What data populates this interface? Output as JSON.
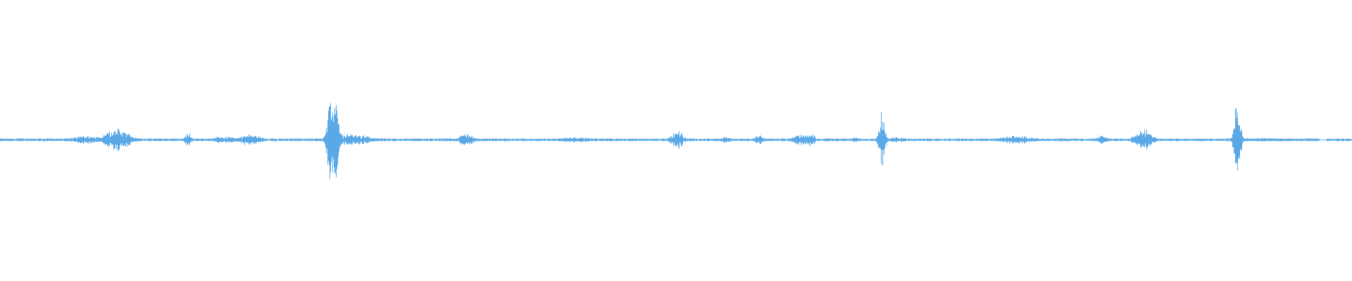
{
  "waveform": {
    "color": "#5aa9e6",
    "background": "#ffffff",
    "bursts": [
      {
        "t": 0.063,
        "amp": 0.08,
        "spread": 0.01
      },
      {
        "t": 0.087,
        "amp": 0.2,
        "spread": 0.008
      },
      {
        "t": 0.139,
        "amp": 0.14,
        "spread": 0.002
      },
      {
        "t": 0.167,
        "amp": 0.06,
        "spread": 0.01
      },
      {
        "t": 0.185,
        "amp": 0.12,
        "spread": 0.006
      },
      {
        "t": 0.246,
        "amp": 1.0,
        "spread": 0.003
      },
      {
        "t": 0.258,
        "amp": 0.1,
        "spread": 0.014
      },
      {
        "t": 0.345,
        "amp": 0.14,
        "spread": 0.004
      },
      {
        "t": 0.425,
        "amp": 0.05,
        "spread": 0.012
      },
      {
        "t": 0.501,
        "amp": 0.16,
        "spread": 0.004
      },
      {
        "t": 0.537,
        "amp": 0.07,
        "spread": 0.003
      },
      {
        "t": 0.561,
        "amp": 0.1,
        "spread": 0.003
      },
      {
        "t": 0.593,
        "amp": 0.1,
        "spread": 0.006
      },
      {
        "t": 0.6,
        "amp": 0.14,
        "spread": 0.002
      },
      {
        "t": 0.632,
        "amp": 0.05,
        "spread": 0.003
      },
      {
        "t": 0.652,
        "amp": 0.5,
        "spread": 0.002
      },
      {
        "t": 0.664,
        "amp": 0.05,
        "spread": 0.006
      },
      {
        "t": 0.752,
        "amp": 0.08,
        "spread": 0.01
      },
      {
        "t": 0.815,
        "amp": 0.08,
        "spread": 0.003
      },
      {
        "t": 0.846,
        "amp": 0.18,
        "spread": 0.006
      },
      {
        "t": 0.915,
        "amp": 0.7,
        "spread": 0.002
      },
      {
        "t": 0.93,
        "amp": 0.03,
        "spread": 0.03
      }
    ]
  }
}
